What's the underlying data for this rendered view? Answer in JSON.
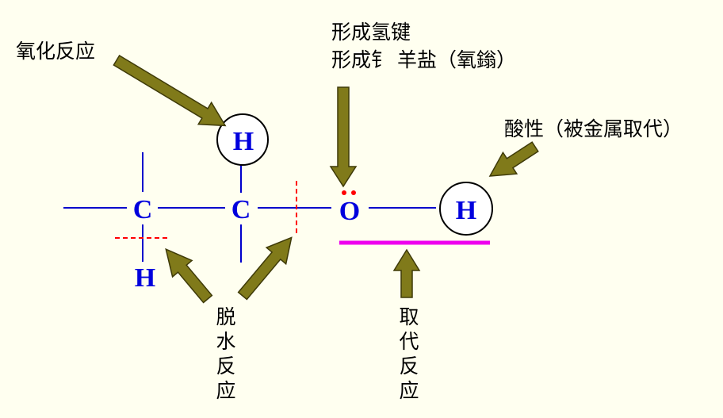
{
  "atoms": {
    "c1": "C",
    "c2": "C",
    "h_bottom": "H",
    "h_top": "H",
    "o": "O",
    "h_right": "H"
  },
  "labels": {
    "oxidation": "氧化反应",
    "hbond_line1": "形成氢键",
    "hbond_line2": "形成钅 羊盐（氧鎓）",
    "acidity": "酸性（被金属取代）",
    "dehydration_chars": [
      "脱",
      "水",
      "反",
      "应"
    ],
    "substitution_chars": [
      "取",
      "代",
      "反",
      "应"
    ]
  },
  "colors": {
    "background": "#fffff0",
    "bond": "#0000cc",
    "atom": "#0000dd",
    "arrow": "#807a1a",
    "arrow_edge": "#3e3a08",
    "cleavage": "#ff0000",
    "lone_pair": "#ff0000",
    "underline": "#ee00ee"
  },
  "icons": {
    "arrow": "block-arrow-icon",
    "lone_pair": "electron-pair-dots"
  }
}
